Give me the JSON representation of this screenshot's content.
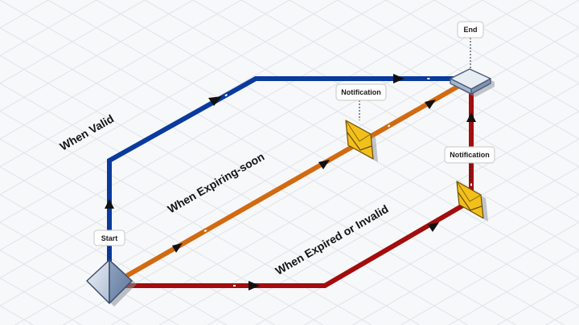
{
  "nodes": {
    "start": {
      "label": "Start",
      "icon": "diamond-start-icon"
    },
    "end": {
      "label": "End",
      "icon": "box-end-icon"
    },
    "notification_upper": {
      "label": "Notification",
      "icon": "envelope-icon"
    },
    "notification_lower": {
      "label": "Notification",
      "icon": "envelope-icon"
    }
  },
  "paths": {
    "valid": {
      "label": "When Valid",
      "color": "#0a3a9e"
    },
    "expiring": {
      "label": "When Expiring-soon",
      "color": "#d26a10"
    },
    "expired": {
      "label": "When Expired or Invalid",
      "color": "#a30d0d"
    }
  },
  "colors": {
    "background": "#f7f8fa",
    "grid": "#e1e3e8",
    "envelope": "#f2c01c",
    "node": "#c8d3e2"
  }
}
